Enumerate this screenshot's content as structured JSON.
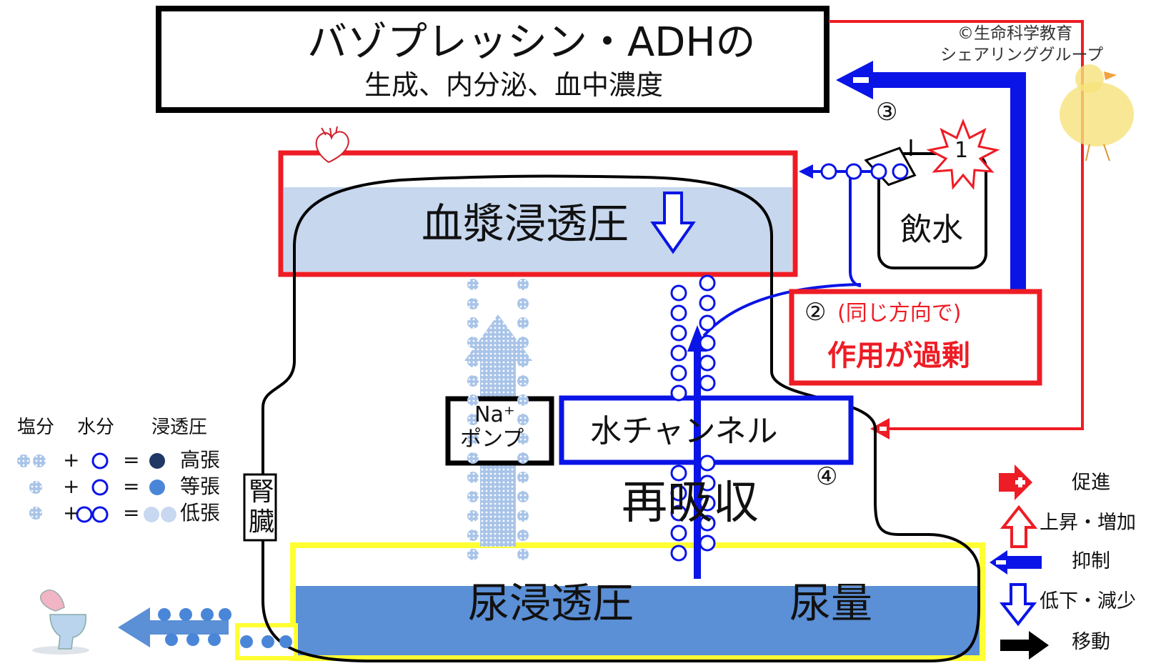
{
  "title": {
    "line1": "バゾプレッシン・ADHの",
    "line2": "生成、内分泌、血中濃度"
  },
  "copyright": {
    "line1": "©生命科学教育",
    "line2": "シェアリンググループ"
  },
  "plasma": {
    "label": "血漿浸透圧"
  },
  "drink": {
    "label": "飲水"
  },
  "markers": {
    "m1": "1",
    "m2": "②",
    "m3": "③",
    "m4": "④"
  },
  "effect": {
    "line1": "(同じ方向で)",
    "line2": "作用が過剰"
  },
  "na_pump": {
    "line1": "Na⁺",
    "line2": "ポンプ"
  },
  "water_channel": {
    "label": "水チャンネル"
  },
  "reabsorption": {
    "label": "再吸収"
  },
  "kidney": {
    "label": "腎臓"
  },
  "urine": {
    "osmolality_label": "尿浸透圧",
    "volume_label": "尿量"
  },
  "left_legend": {
    "headers": [
      "塩分",
      "水分",
      "浸透圧"
    ],
    "rows": [
      {
        "plus": "+",
        "eq": "=",
        "label": "高張"
      },
      {
        "plus": "+",
        "eq": "=",
        "label": "等張"
      },
      {
        "plus": "+",
        "eq": "=",
        "label": "低張"
      }
    ]
  },
  "right_legend": {
    "items": [
      {
        "icon": "red-plus-arrow-right",
        "label": "促進"
      },
      {
        "icon": "red-hollow-arrow-up",
        "label": "上昇・増加"
      },
      {
        "icon": "blue-minus-arrow-left",
        "label": "抑制"
      },
      {
        "icon": "blue-hollow-arrow-down",
        "label": "低下・減少"
      },
      {
        "icon": "black-arrow-right",
        "label": "移動"
      }
    ]
  },
  "colors": {
    "red": "#ee1c25",
    "blue": "#0a14e6",
    "black": "#000000",
    "yellow": "#ffff33",
    "plasma_fill": "#c6d7ee",
    "urine_fill": "#5b8fd6",
    "dark_dot": "#1f3864",
    "mid_dot": "#4a86d8",
    "light_dot": "#c7d8f0"
  }
}
